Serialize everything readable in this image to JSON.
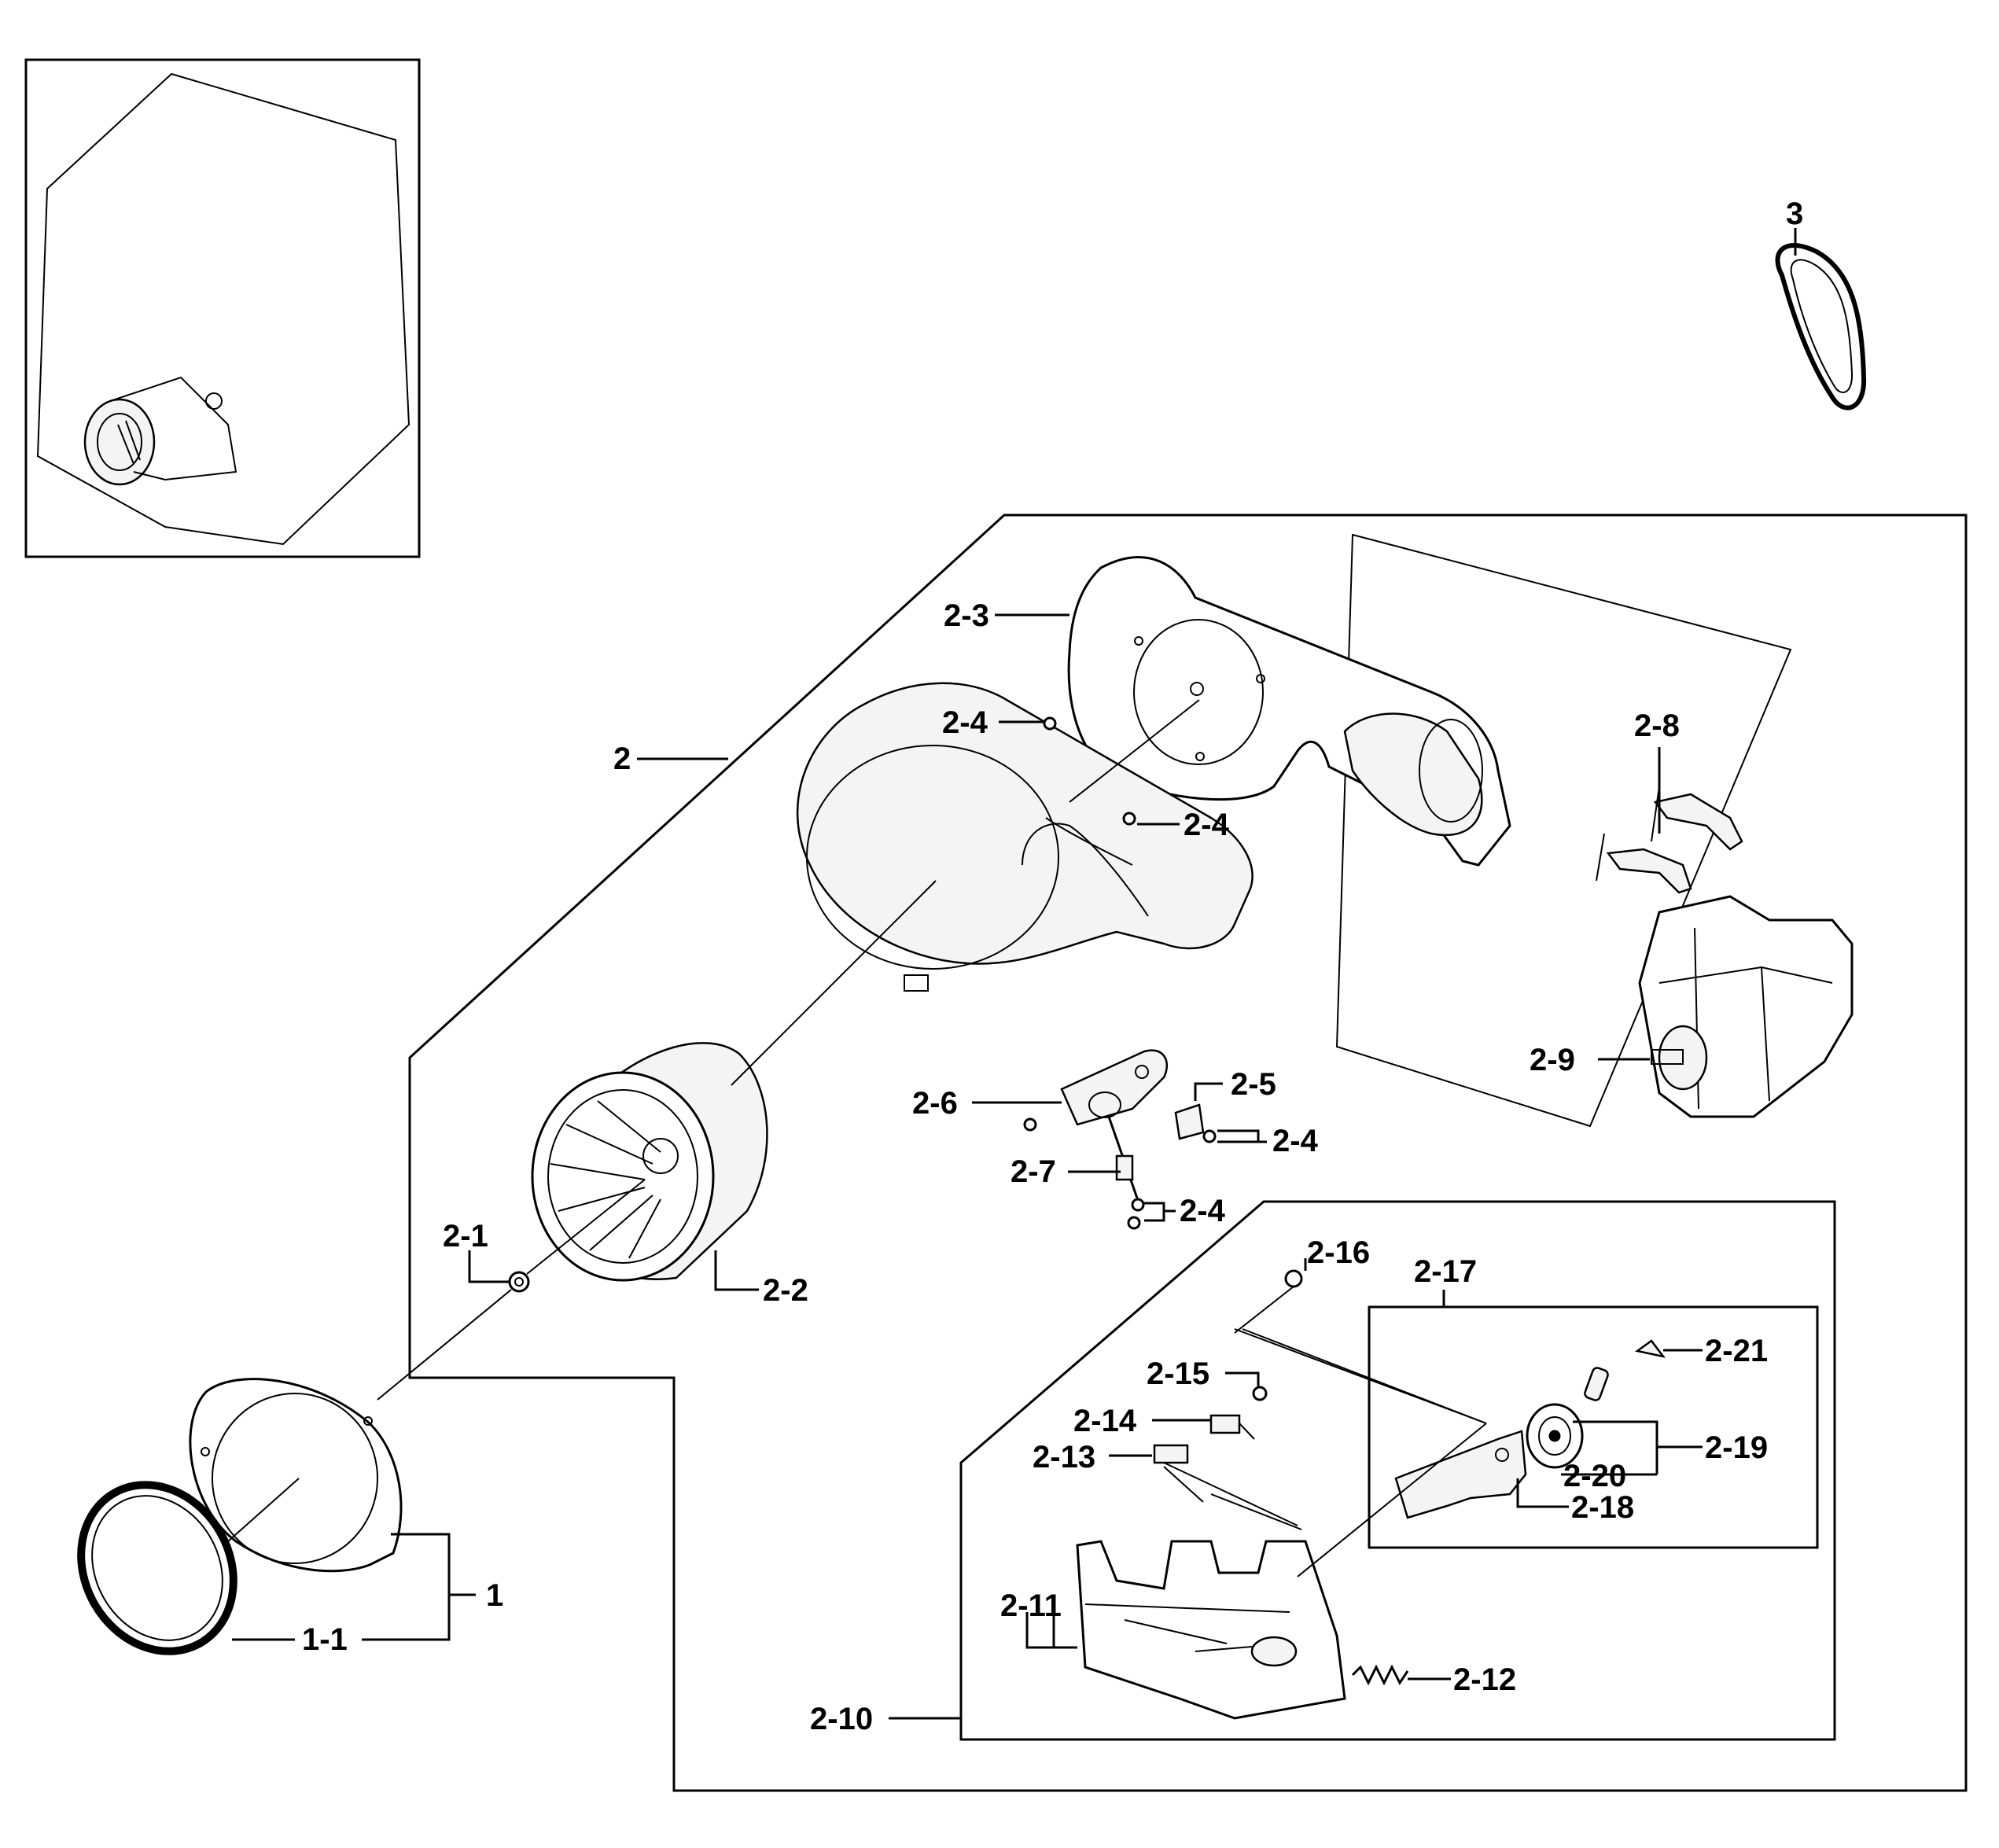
{
  "callouts": {
    "c1": "1",
    "c1_1": "1-1",
    "c2": "2",
    "c2_1": "2-1",
    "c2_2": "2-2",
    "c2_3": "2-3",
    "c2_4": "2-4",
    "c2_5": "2-5",
    "c2_6": "2-6",
    "c2_7": "2-7",
    "c2_8": "2-8",
    "c2_9": "2-9",
    "c2_10": "2-10",
    "c2_11": "2-11",
    "c2_12": "2-12",
    "c2_13": "2-13",
    "c2_14": "2-14",
    "c2_15": "2-15",
    "c2_16": "2-16",
    "c2_17": "2-17",
    "c2_18": "2-18",
    "c2_19": "2-19",
    "c2_20": "2-20",
    "c2_21": "2-21",
    "c3": "3"
  },
  "colors": {
    "line": "#000000",
    "background": "#ffffff",
    "part_fill": "#f4f4f4"
  }
}
